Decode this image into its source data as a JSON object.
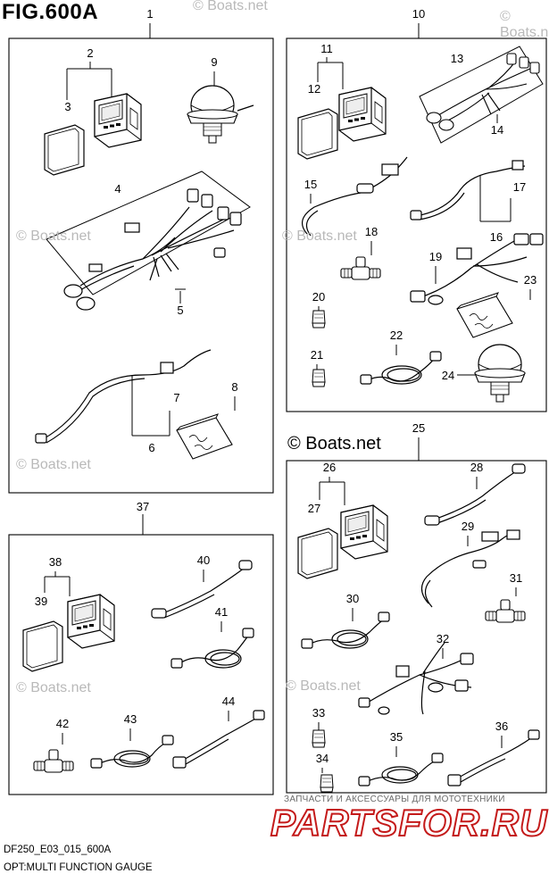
{
  "figure_title": "FIG.600A",
  "footer": {
    "code": "DF250_E03_015_600A",
    "caption": "OPT:MULTI FUNCTION GAUGE"
  },
  "watermark": {
    "small": "© Boats.net",
    "main": "© Boats.net"
  },
  "shop": {
    "tagline": "ЗАПЧАСТИ И АКСЕССУАРЫ ДЛЯ МОТОТЕХНИКИ",
    "logo": "PARTSFOR.RU"
  },
  "part_numbers": [
    "1",
    "2",
    "3",
    "4",
    "5",
    "6",
    "7",
    "8",
    "9",
    "10",
    "11",
    "12",
    "13",
    "14",
    "15",
    "16",
    "17",
    "18",
    "19",
    "20",
    "21",
    "22",
    "23",
    "24",
    "25",
    "26",
    "27",
    "28",
    "29",
    "30",
    "31",
    "32",
    "33",
    "34",
    "35",
    "36",
    "37",
    "38",
    "39",
    "40",
    "41",
    "42",
    "43",
    "44"
  ]
}
